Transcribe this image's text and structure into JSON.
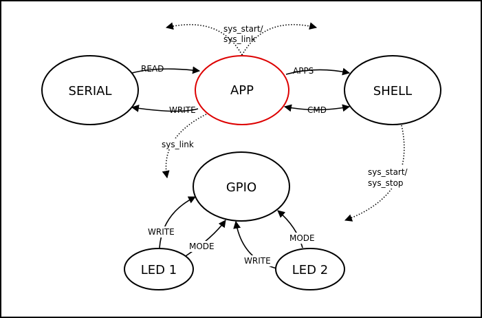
{
  "colors": {
    "default_stroke": "#000000",
    "highlight_stroke": "#dd0000",
    "background": "#ffffff"
  },
  "nodes": {
    "serial": {
      "label": "SERIAL"
    },
    "app": {
      "label": "APP",
      "color": "#dd0000"
    },
    "shell": {
      "label": "SHELL"
    },
    "gpio": {
      "label": "GPIO"
    },
    "led1": {
      "label": "LED 1"
    },
    "led2": {
      "label": "LED 2"
    }
  },
  "edges": {
    "serial_to_app_read": {
      "label": "READ"
    },
    "app_to_serial_write": {
      "label": "WRITE"
    },
    "app_to_shell_apps": {
      "label": "APPS"
    },
    "app_shell_cmd": {
      "label": "CMD"
    },
    "app_sys_start_link": {
      "label_line1": "sys_start/",
      "label_line2": "sys_link"
    },
    "app_sys_link": {
      "label": "sys_link"
    },
    "shell_sys_start_stop": {
      "label_line1": "sys_start/",
      "label_line2": "sys_stop"
    },
    "led1_write": {
      "label": "WRITE"
    },
    "led1_mode": {
      "label": "MODE"
    },
    "led2_write": {
      "label": "WRITE"
    },
    "led2_mode": {
      "label": "MODE"
    }
  }
}
